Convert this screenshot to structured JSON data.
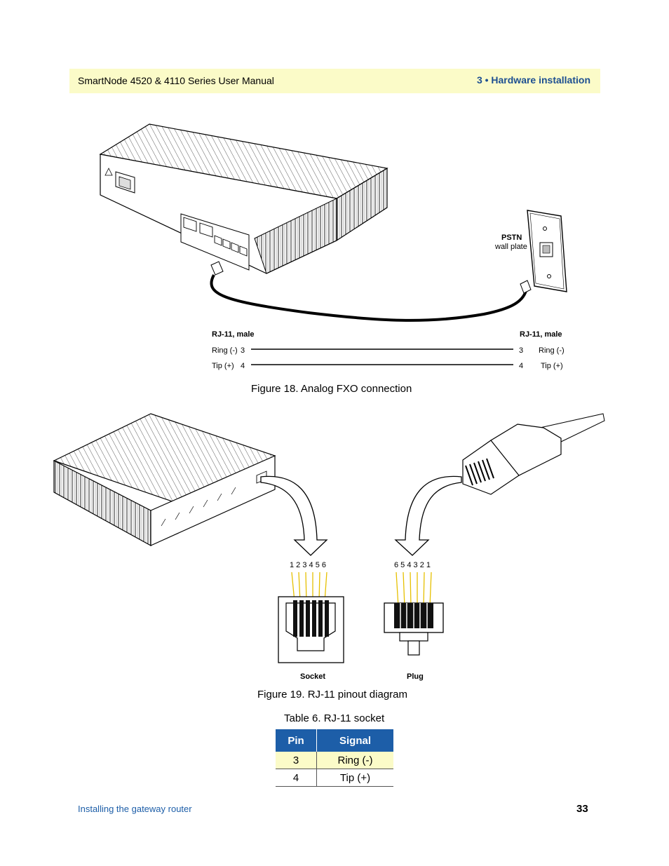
{
  "header": {
    "title": "SmartNode 4520 & 4110 Series User Manual",
    "chapter": "3 • Hardware installation"
  },
  "figure18": {
    "wall_label_1": "PSTN",
    "wall_label_2": "wall plate",
    "left_heading": "RJ-11, male",
    "right_heading": "RJ-11, male",
    "rows": [
      {
        "signal": "Ring (-)",
        "pin": "3"
      },
      {
        "signal": "Tip (+)",
        "pin": "4"
      }
    ],
    "caption": "Figure 18. Analog FXO connection"
  },
  "figure19": {
    "socket_numbers": "1 2 3 4 5 6",
    "plug_numbers": "6 5 4 3 2 1",
    "socket_label": "Socket",
    "plug_label": "Plug",
    "caption": "Figure 19. RJ-11 pinout diagram"
  },
  "table6": {
    "caption": "Table 6. RJ-11 socket",
    "headers": [
      "Pin",
      "Signal"
    ],
    "rows": [
      {
        "pin": "3",
        "signal": "Ring (-)"
      },
      {
        "pin": "4",
        "signal": "Tip (+)"
      }
    ]
  },
  "footer": {
    "section": "Installing the gateway router",
    "page_number": "33"
  }
}
